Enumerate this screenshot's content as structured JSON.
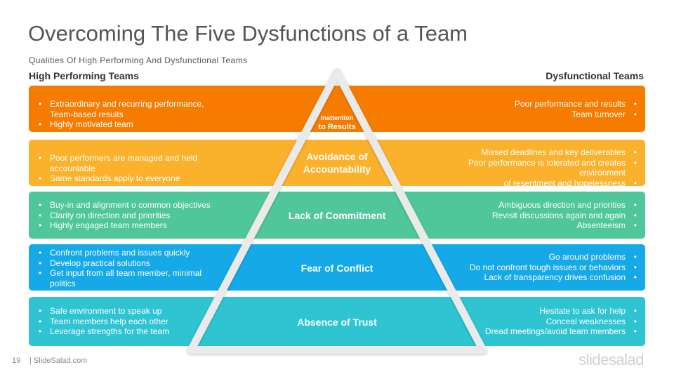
{
  "slide": {
    "title": "Overcoming The Five Dysfunctions of a Team",
    "subtitle": "Qualities Of High Performing  And Dysfunctional Teams",
    "left_heading": "High Performing Teams",
    "right_heading": "Dysfunctional Teams",
    "page_number": "19",
    "footer_site": "| SlideSalad.com",
    "brand_logo": "slidesalad"
  },
  "levels": [
    {
      "color": "#F57C00",
      "label_line1": "Inattention",
      "label_line2": "to Results",
      "left": [
        "Extraordinary and recurring performance, Team-based results",
        "Highly motivated team"
      ],
      "right": [
        "Poor performance  and results",
        "Team turnover"
      ]
    },
    {
      "color": "#FBB12B",
      "label_line1": "Avoidance of",
      "label_line2": "Accountability",
      "left": [
        "Poor performers  are managed and held accountable",
        "Same standards apply to everyone"
      ],
      "right": [
        "Missed deadlines and key deliverables",
        "Poor performance  is tolerated and creates environment",
        "of resentment  and hopelessness"
      ]
    },
    {
      "color": "#4FC79A",
      "label_line1": "Lack of Commitment",
      "left": [
        "Buy-in and alignment o common objectives",
        "Clarity on direction and priorities",
        "Highly engaged team members"
      ],
      "right": [
        "Ambiguous direction and priorities",
        "Revisit discussions again and again",
        "Absenteeism"
      ]
    },
    {
      "color": "#15A9E8",
      "label_line1": "Fear of Conflict",
      "left": [
        "Confront problems and issues quickly",
        "Develop practical solutions",
        "Get input from all team member, minimal politics"
      ],
      "right": [
        "Go around problems",
        "Do not confront tough issues or behaviors",
        "Lack of transparency drives confusion"
      ]
    },
    {
      "color": "#2EC4D1",
      "label_line1": "Absence of Trust",
      "left": [
        "Safe environment to speak up",
        "Team members help each other",
        "Leverage strengths for the team"
      ],
      "right": [
        "Hesitate to ask for help",
        "Conceal weaknesses",
        "Dread meetings/avoid team members"
      ]
    }
  ]
}
